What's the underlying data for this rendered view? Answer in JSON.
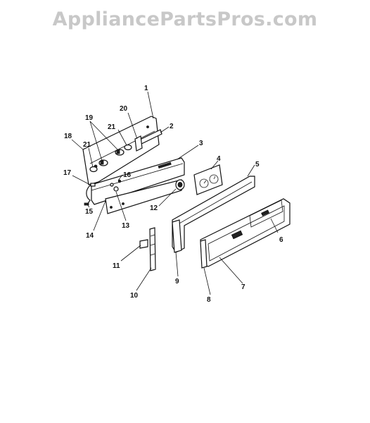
{
  "watermark": "AppliancePartsPros.com",
  "callouts": [
    {
      "id": "c1",
      "label": "1"
    },
    {
      "id": "c2",
      "label": "2"
    },
    {
      "id": "c3",
      "label": "3"
    },
    {
      "id": "c4",
      "label": "4"
    },
    {
      "id": "c5",
      "label": "5"
    },
    {
      "id": "c6",
      "label": "6"
    },
    {
      "id": "c7",
      "label": "7"
    },
    {
      "id": "c8",
      "label": "8"
    },
    {
      "id": "c9",
      "label": "9"
    },
    {
      "id": "c10",
      "label": "10"
    },
    {
      "id": "c11",
      "label": "11"
    },
    {
      "id": "c12",
      "label": "12"
    },
    {
      "id": "c13",
      "label": "13"
    },
    {
      "id": "c14",
      "label": "14"
    },
    {
      "id": "c15",
      "label": "15"
    },
    {
      "id": "c16",
      "label": "16"
    },
    {
      "id": "c17",
      "label": "17"
    },
    {
      "id": "c18",
      "label": "18"
    },
    {
      "id": "c19",
      "label": "19"
    },
    {
      "id": "c20",
      "label": "20"
    },
    {
      "id": "c21a",
      "label": "21"
    },
    {
      "id": "c21b",
      "label": "21"
    }
  ]
}
